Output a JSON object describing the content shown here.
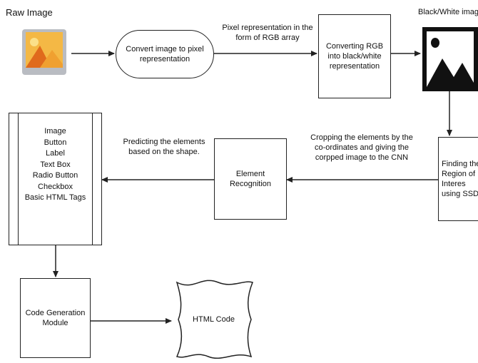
{
  "nodes": {
    "raw_image": {
      "label": "Raw Image"
    },
    "convert": {
      "label": "Convert image to pixel\nrepresentation"
    },
    "rgb_to_bw": {
      "label": "Converting RGB\ninto black/white\nrepresentation"
    },
    "bw_image": {
      "label": "Black/White imag"
    },
    "region": {
      "label": "Finding the\nRegion of Interes\nusing SSD"
    },
    "element_recognition": {
      "label": "Element\nRecognition"
    },
    "elements_list": {
      "items": [
        "Image",
        "Button",
        "Label",
        "Text Box",
        "Radio Button",
        "Checkbox",
        "Basic HTML Tags"
      ]
    },
    "code_gen": {
      "label": "Code Generation\nModule"
    },
    "html_code": {
      "label": "HTML Code"
    }
  },
  "edges": {
    "pixel_rep": {
      "label": "Pixel representation in the\nform of RGB array"
    },
    "cropping": {
      "label": "Cropping the elements by the\nco-ordinates and giving the\ncorpped image to the CNN"
    },
    "predicting": {
      "label": "Predicting the elements\nbased on the shape."
    }
  },
  "colors": {
    "stroke": "#222222",
    "icon_orange": "#f0a030",
    "icon_dark_orange": "#e06a1c",
    "icon_frame": "#b9bcc2",
    "icon_black": "#111111"
  },
  "icons": {
    "raw_image": "color-image-icon",
    "bw_image": "black-white-image-icon"
  }
}
